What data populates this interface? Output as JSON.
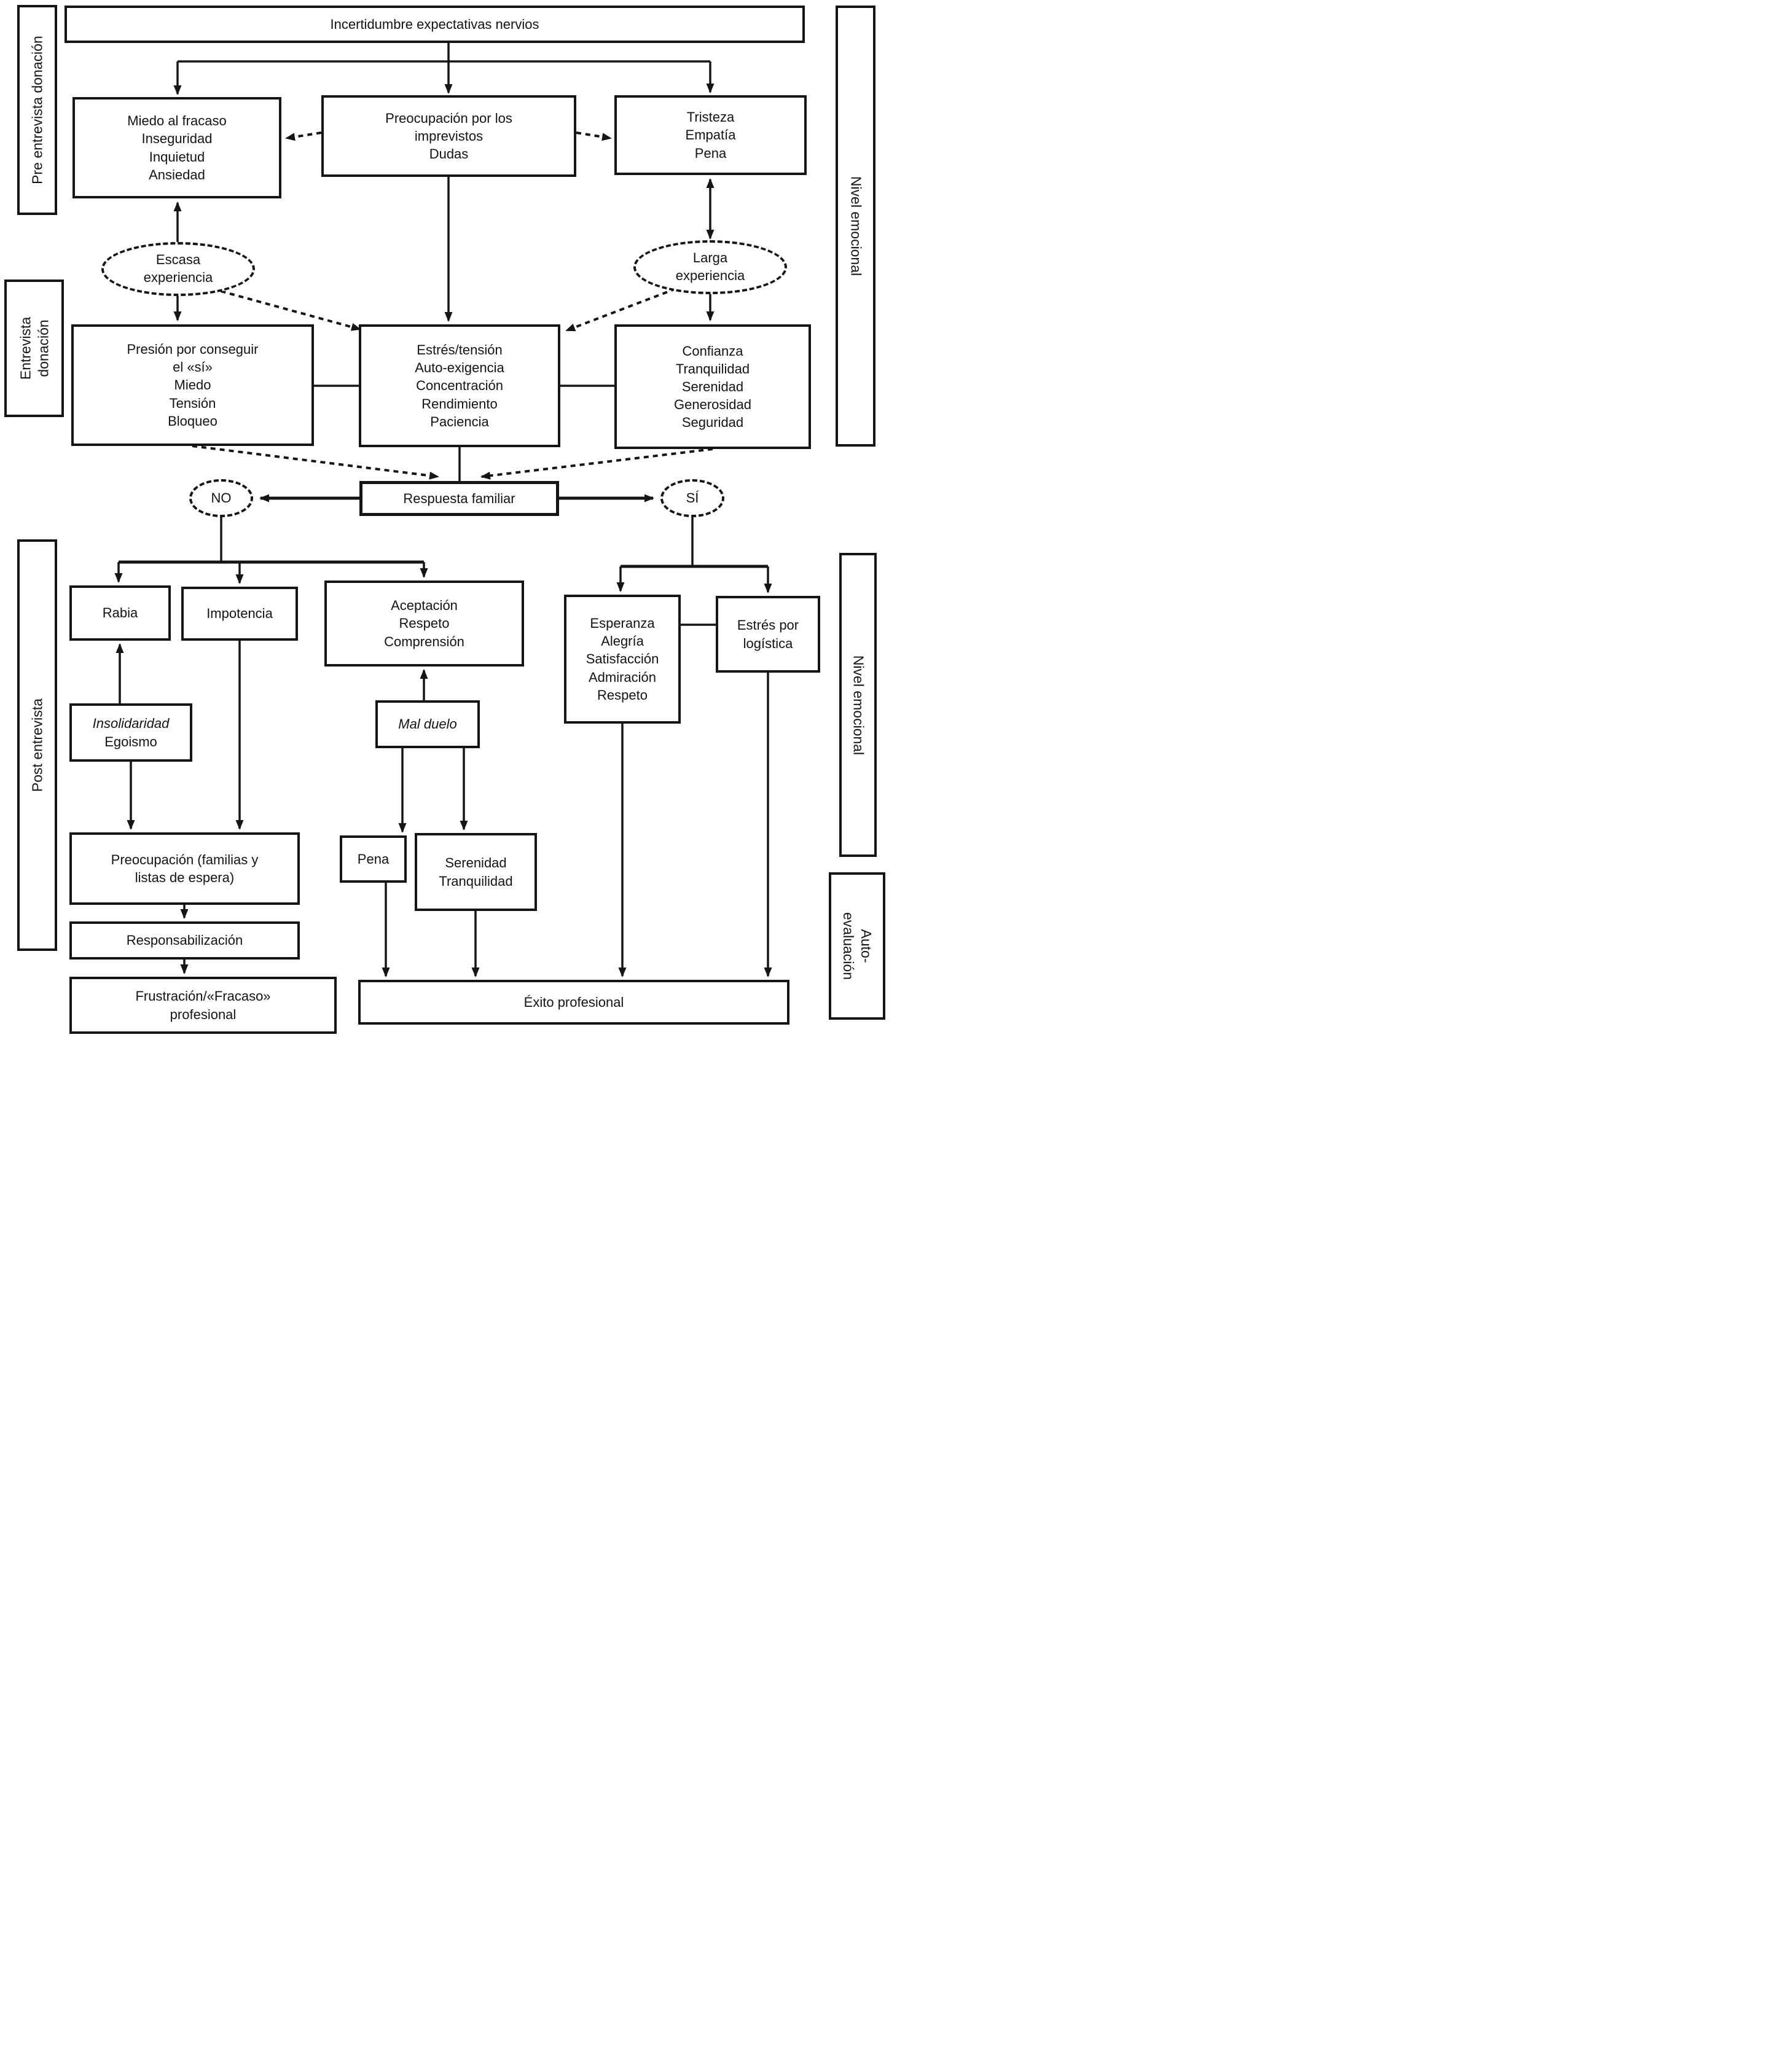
{
  "figure_type": "flowchart",
  "colors": {
    "background": "#ffffff",
    "line": "#151515",
    "text": "#141414"
  },
  "side_labels": {
    "pre_entrevista": {
      "label": "Pre entrevista donación"
    },
    "entrevista": {
      "lines": [
        "Entrevista",
        "donación"
      ]
    },
    "post_entrevista": {
      "label": "Post entrevista"
    },
    "nivel_emocional_top": {
      "label": "Nivel emocional"
    },
    "nivel_emocional_bottom": {
      "label": "Nivel emocional"
    },
    "auto_evaluacion": {
      "lines": [
        "Auto-",
        "evaluación"
      ]
    }
  },
  "nodes": {
    "incertidumbre": {
      "lines": [
        "Incertidumbre expectativas nervios"
      ]
    },
    "miedo_fracaso": {
      "lines": [
        "Miedo al fracaso",
        "Inseguridad",
        "Inquietud",
        "Ansiedad"
      ]
    },
    "preocupacion_imprevistos": {
      "lines": [
        "Preocupación por los",
        "imprevistos",
        "Dudas"
      ]
    },
    "tristeza": {
      "lines": [
        "Tristeza",
        "Empatía",
        "Pena"
      ]
    },
    "escasa_experiencia": {
      "lines": [
        "Escasa",
        "experiencia"
      ]
    },
    "larga_experiencia": {
      "lines": [
        "Larga",
        "experiencia"
      ]
    },
    "presion": {
      "lines": [
        "Presión por conseguir",
        "el «sí»",
        "Miedo",
        "Tensión",
        "Bloqueo"
      ]
    },
    "estres_tension": {
      "lines": [
        "Estrés/tensión",
        "Auto-exigencia",
        "Concentración",
        "Rendimiento",
        "Paciencia"
      ]
    },
    "confianza": {
      "lines": [
        "Confianza",
        "Tranquilidad",
        "Serenidad",
        "Generosidad",
        "Seguridad"
      ]
    },
    "respuesta_familiar": {
      "lines": [
        "Respuesta familiar"
      ]
    },
    "no": {
      "lines": [
        "NO"
      ]
    },
    "si": {
      "lines": [
        "SÍ"
      ]
    },
    "rabia": {
      "lines": [
        "Rabia"
      ]
    },
    "impotencia": {
      "lines": [
        "Impotencia"
      ]
    },
    "aceptacion": {
      "lines": [
        "Aceptación",
        "Respeto",
        "Comprensión"
      ]
    },
    "esperanza": {
      "lines": [
        "Esperanza",
        "Alegría",
        "Satisfacción",
        "Admiración",
        "Respeto"
      ]
    },
    "estres_logistica": {
      "lines": [
        "Estrés por",
        "logística"
      ]
    },
    "insolidaridad": {
      "lines": [
        "Insolidaridad",
        "Egoismo"
      ]
    },
    "mal_duelo": {
      "lines": [
        "Mal duelo"
      ]
    },
    "preocupacion_familias": {
      "lines": [
        "Preocupación (familias y",
        "listas de espera)"
      ]
    },
    "pena": {
      "lines": [
        "Pena"
      ]
    },
    "serenidad": {
      "lines": [
        "Serenidad",
        "Tranquilidad"
      ]
    },
    "responsabilizacion": {
      "lines": [
        "Responsabilización"
      ]
    },
    "frustracion": {
      "lines": [
        "Frustración/«Fracaso»",
        "profesional"
      ]
    },
    "exito": {
      "lines": [
        "Éxito profesional"
      ]
    }
  }
}
